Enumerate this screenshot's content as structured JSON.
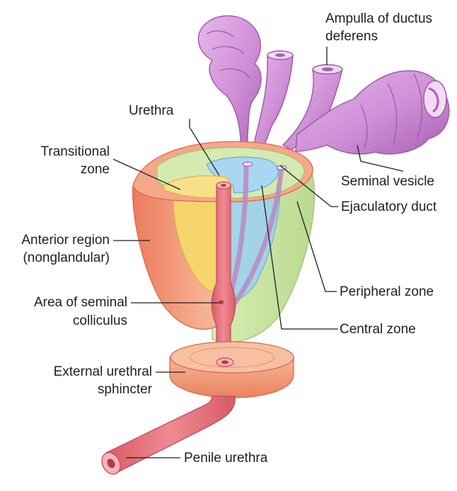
{
  "labels": {
    "ampulla": [
      "Ampulla of ductus",
      "deferens"
    ],
    "urethra": "Urethra",
    "transitional": [
      "Transitional",
      "zone"
    ],
    "seminal_vesicle": "Seminal vesicle",
    "ejaculatory": "Ejaculatory duct",
    "anterior": [
      "Anterior region",
      "(nonglandular)"
    ],
    "peripheral": "Peripheral zone",
    "colliculus": [
      "Area of seminal",
      "colliculus"
    ],
    "central": "Central zone",
    "sphincter": [
      "External urethral",
      "sphincter"
    ],
    "penile": "Penile urethra"
  },
  "colors": {
    "anterior": "#f08a6c",
    "peripheral": "#c8e39a",
    "central": "#9fd1ef",
    "transitional": "#f6d76a",
    "urethra": "#e7707a",
    "sphincter": "#f29c78",
    "vesicle": "#cf8fd6",
    "vesicle_dark": "#a45fb0"
  }
}
